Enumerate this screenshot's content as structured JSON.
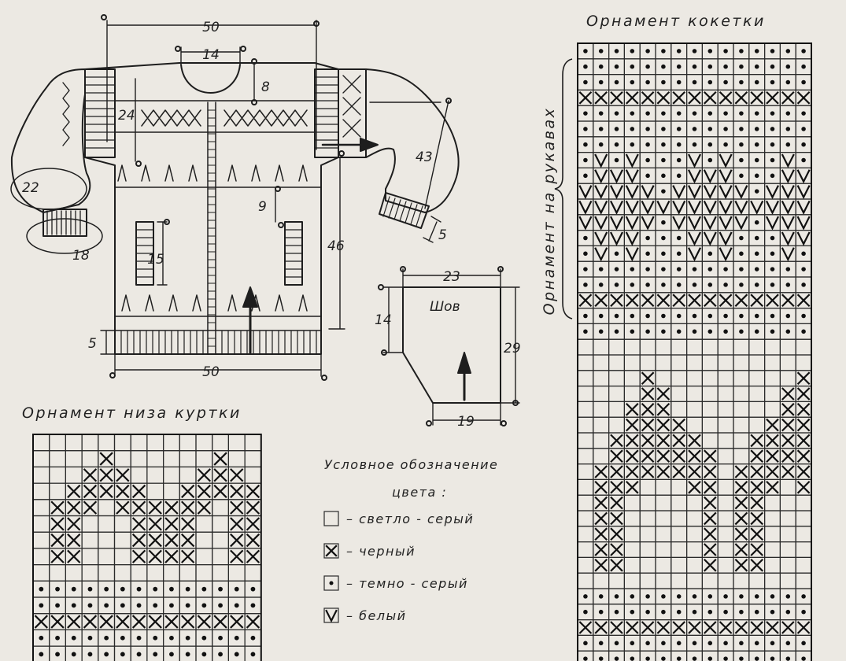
{
  "jacket": {
    "dims": {
      "top_width": "50",
      "neck": "14",
      "neck_depth": "8",
      "yoke": "24",
      "sleeve_width": "22",
      "cuff": "18",
      "sleeve_length": "43",
      "sleeve_cuff_height": "5",
      "pocket": "15",
      "pocket_offset": "9",
      "body_length": "46",
      "hem_height": "5",
      "bottom_width": "50"
    }
  },
  "sleeve": {
    "dims": {
      "top": "23",
      "seam_depth": "14",
      "height": "29",
      "bottom": "19"
    },
    "seam_label": "Шов"
  },
  "bottom_chart": {
    "title": "Орнамент низа куртки",
    "cols": 14,
    "rows": [
      "..............",
      "....X......X..",
      "...XXX....XXX.",
      "..XXXXX..XXXXX",
      ".XXX.XXXXXX.XX",
      ".XX...XXXX..XX",
      ".XX...XXXX..XX",
      ".XX...XXXX..XX",
      "..............",
      "oooooooooooooo",
      "oooooooooooooo",
      "XXXXXXXXXXXXXX",
      "oooooooooooooo",
      "oooooooooooooo"
    ]
  },
  "yoke_chart": {
    "title": "Орнамент кокетки",
    "side_label": "Орнамент на рукавах",
    "cols": 15,
    "rows": [
      "ooooooooooooooo",
      "ooooooooooooooo",
      "ooooooooooooooo",
      "XXXXXXXXXXXXXXX",
      "ooooooooooooooo",
      "ooooooooooooooo",
      "ooooooooooooooo",
      "oVoVoooVoVoooVo",
      "oVVVoooVVVoooVV",
      "VVVVVoVVVVVoVVV",
      "VVVVVVVVVVVVVVV",
      "VVVVVoVVVVVoVVV",
      "oVVVoooVVVoooVV",
      "oVoVoooVoVoooVo",
      "ooooooooooooooo",
      "ooooooooooooooo",
      "XXXXXXXXXXXXXXX",
      "ooooooooooooooo",
      "ooooooooooooooo",
      "...............",
      "...............",
      "....X.........X",
      "....XX.......XX",
      "...XXX.......XX",
      "...XXXX.....XXX",
      "..XXXXXX...XXXX",
      "..XXXXXXX..XXXX",
      ".XXXXXXXX.XXXXX",
      ".XXX...XX.XXX.X",
      ".XX.....X.XX...",
      ".XX.....X.XX...",
      ".XX.....X.XX...",
      ".XX.....X.XX...",
      ".XX.....X.XX...",
      "...............",
      "ooooooooooooooo",
      "ooooooooooooooo",
      "XXXXXXXXXXXXXXX",
      "ooooooooooooooo",
      "ooooooooooooooo"
    ]
  },
  "legend": {
    "title_line1": "Условное обозначение",
    "title_line2": "цвета :",
    "items": [
      {
        "symbol": "empty",
        "label": "– светло - серый"
      },
      {
        "symbol": "cross",
        "label": "– черный"
      },
      {
        "symbol": "dot",
        "label": "– темно - серый"
      },
      {
        "symbol": "v",
        "label": "– белый"
      }
    ]
  }
}
